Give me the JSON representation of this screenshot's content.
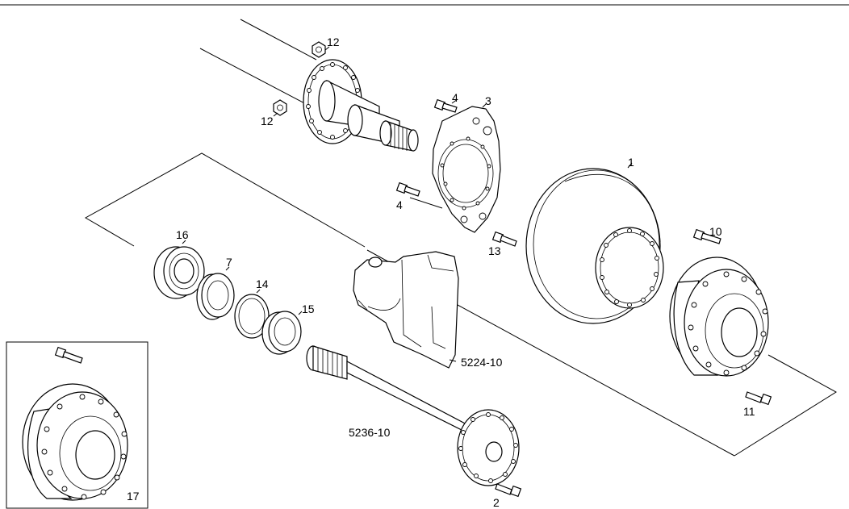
{
  "diagram": {
    "callouts": [
      {
        "id": "c1",
        "text": "1"
      },
      {
        "id": "c2",
        "text": "2"
      },
      {
        "id": "c3",
        "text": "3"
      },
      {
        "id": "c4a",
        "text": "4"
      },
      {
        "id": "c4b",
        "text": "4"
      },
      {
        "id": "c7",
        "text": "7"
      },
      {
        "id": "c10",
        "text": "10"
      },
      {
        "id": "c11",
        "text": "11"
      },
      {
        "id": "c12a",
        "text": "12"
      },
      {
        "id": "c12b",
        "text": "12"
      },
      {
        "id": "c13",
        "text": "13"
      },
      {
        "id": "c14",
        "text": "14"
      },
      {
        "id": "c15",
        "text": "15"
      },
      {
        "id": "c16",
        "text": "16"
      },
      {
        "id": "c17",
        "text": "17"
      }
    ],
    "group_labels": [
      {
        "id": "g5224",
        "text": "5224-10"
      },
      {
        "id": "g5236",
        "text": "5236-10"
      }
    ]
  }
}
